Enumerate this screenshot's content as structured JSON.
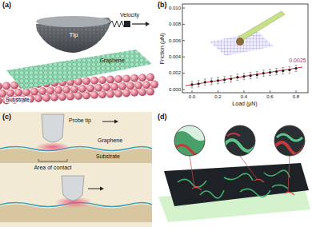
{
  "diagram": {
    "labels": [
      "(a)",
      "Tip",
      "Velocity",
      "Graphene",
      "Substrate",
      "(b)",
      "0.010",
      "0.008",
      "0.006",
      "0.004",
      "0.002",
      "0.000",
      "Friction (μN)",
      "0.0",
      "0.2",
      "0.4",
      "0.6",
      "0.8",
      "Load (μN)",
      "0.0025",
      "(c)",
      "Probe tip",
      "Graphene",
      "Substrate",
      "Area of contact",
      "(d)"
    ]
  }
}
